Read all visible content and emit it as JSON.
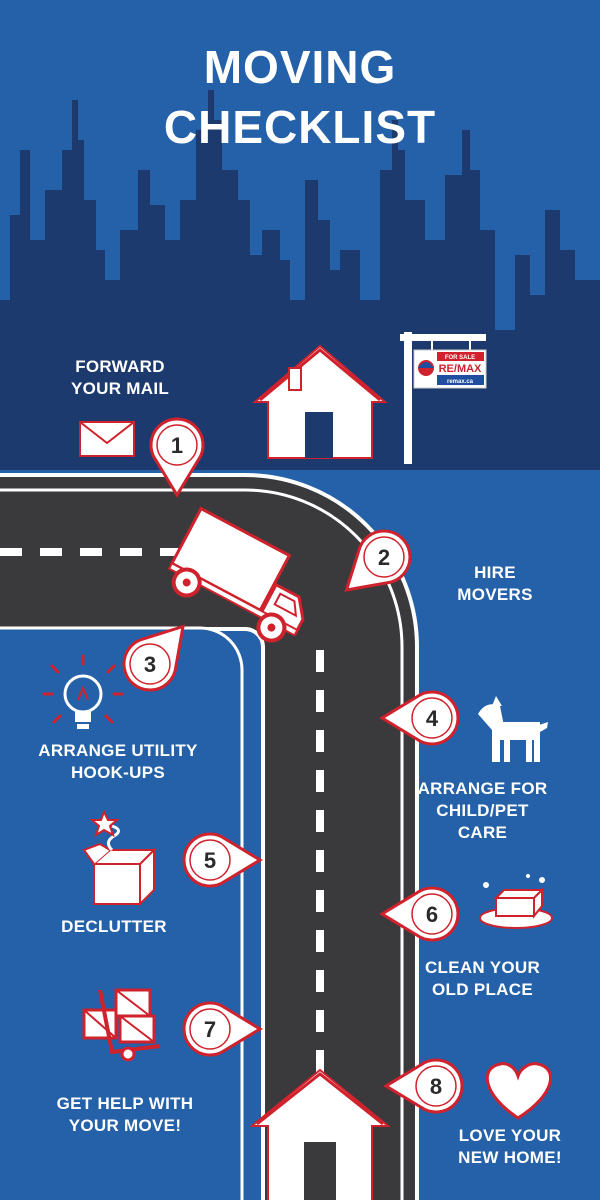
{
  "title": {
    "line1": "MOVING",
    "line2": "CHECKLIST"
  },
  "sign": {
    "top": "FOR SALE",
    "brand": "RE/MAX",
    "url": "remax.ca"
  },
  "steps": [
    {
      "number": "1",
      "line1": "FORWARD",
      "line2": "YOUR MAIL"
    },
    {
      "number": "2",
      "line1": "HIRE",
      "line2": "MOVERS"
    },
    {
      "number": "3",
      "line1": "ARRANGE UTILITY",
      "line2": "HOOK-UPS"
    },
    {
      "number": "4",
      "line1": "ARRANGE FOR",
      "line2": "CHILD/PET",
      "line3": "CARE"
    },
    {
      "number": "5",
      "line1": "DECLUTTER"
    },
    {
      "number": "6",
      "line1": "CLEAN YOUR",
      "line2": "OLD PLACE"
    },
    {
      "number": "7",
      "line1": "GET HELP WITH",
      "line2": "YOUR MOVE!"
    },
    {
      "number": "8",
      "line1": "LOVE YOUR",
      "line2": "NEW HOME!"
    }
  ],
  "colors": {
    "background": "#2461a8",
    "skyline": "#1d3a6e",
    "road": "#3a3a3c",
    "accent": "#d0222c",
    "white": "#ffffff"
  }
}
